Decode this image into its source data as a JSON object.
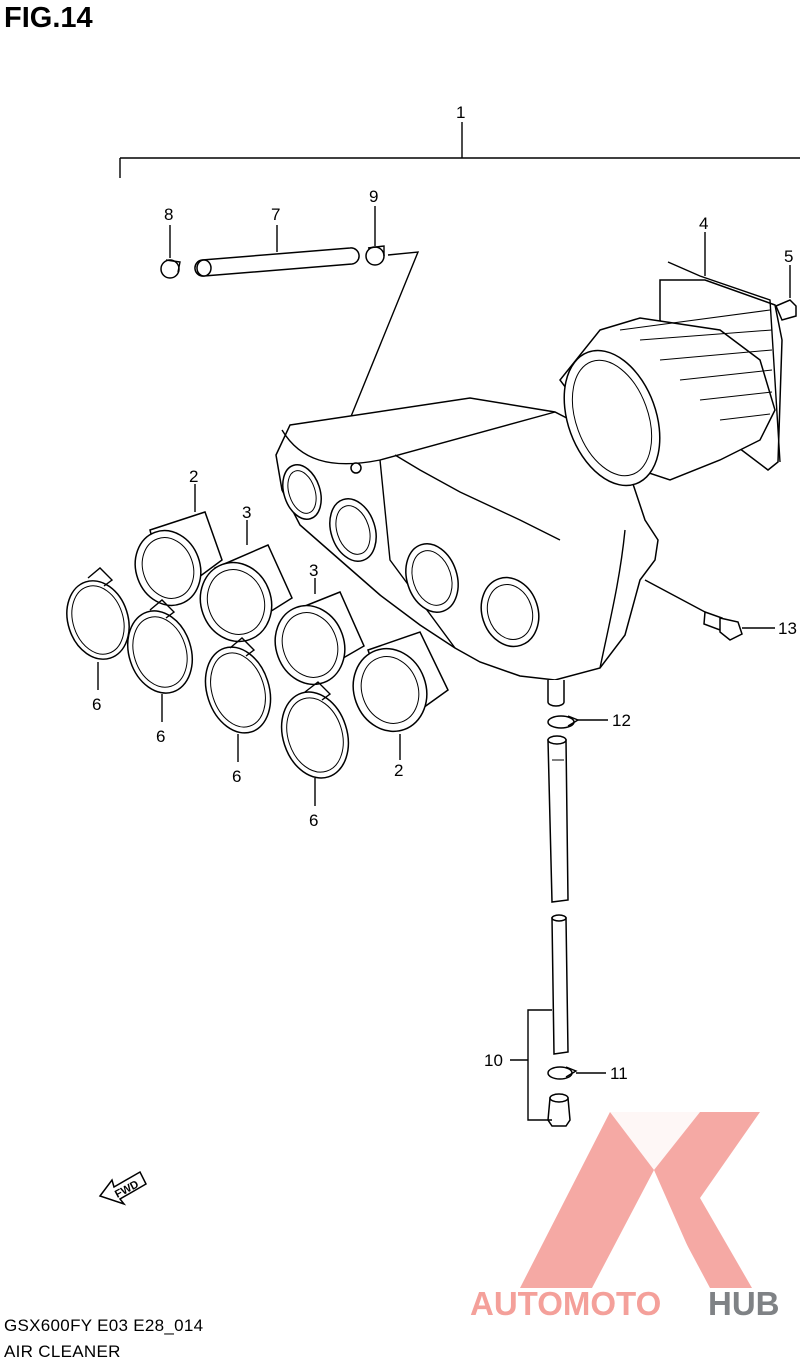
{
  "figure": {
    "title": "FIG.14",
    "model_code": "GSX600FY E03 E28_014",
    "name": "AIR CLEANER"
  },
  "callouts": {
    "c1": "1",
    "c2a": "2",
    "c2b": "2",
    "c3a": "3",
    "c3b": "3",
    "c4": "4",
    "c5": "5",
    "c6a": "6",
    "c6b": "6",
    "c6c": "6",
    "c6d": "6",
    "c7": "7",
    "c8": "8",
    "c9": "9",
    "c10": "10",
    "c11": "11",
    "c12": "12",
    "c13": "13"
  },
  "fwd_label": "FWD",
  "watermark": {
    "part1": "AUTOMOTO",
    "part2": "HUB",
    "color_primary": "#f4a09a",
    "color_accent": "#f6c79e",
    "color_dark": "#7f8285"
  }
}
